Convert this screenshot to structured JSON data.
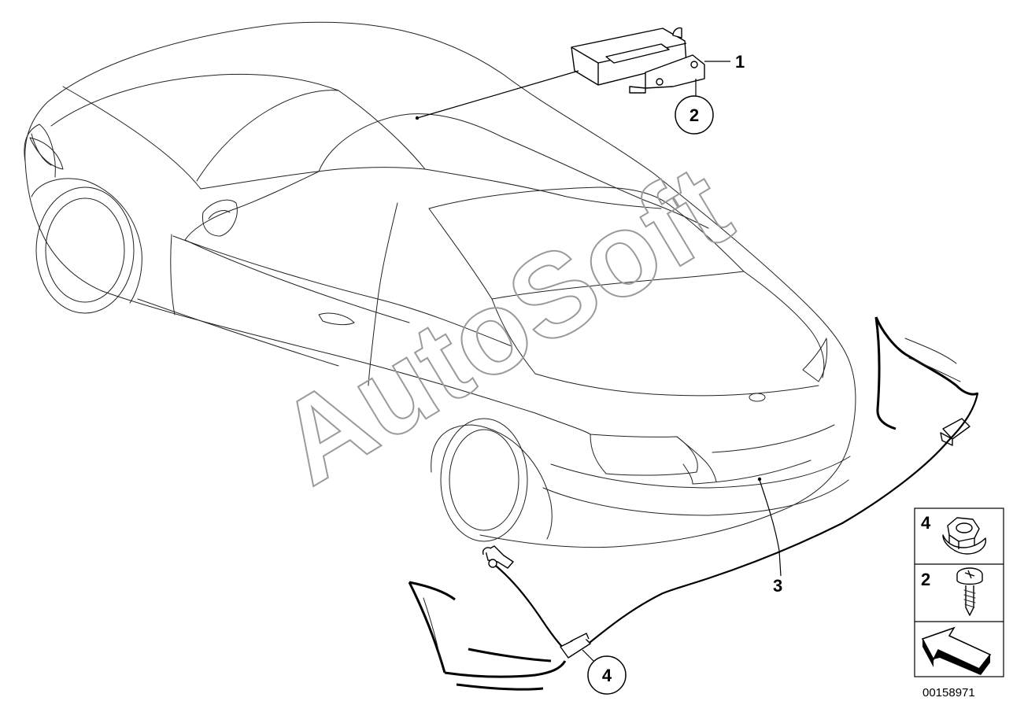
{
  "labels": {
    "part1": "1",
    "part3": "3",
    "callout_2": "2",
    "callout_4": "4"
  },
  "legend": {
    "items": [
      {
        "number": "4",
        "icon": "hex-nut-icon"
      },
      {
        "number": "2",
        "icon": "screw-icon"
      },
      {
        "icon": "direction-arrow-icon"
      }
    ]
  },
  "watermark": "AutoSoft",
  "document_number": "00158971"
}
